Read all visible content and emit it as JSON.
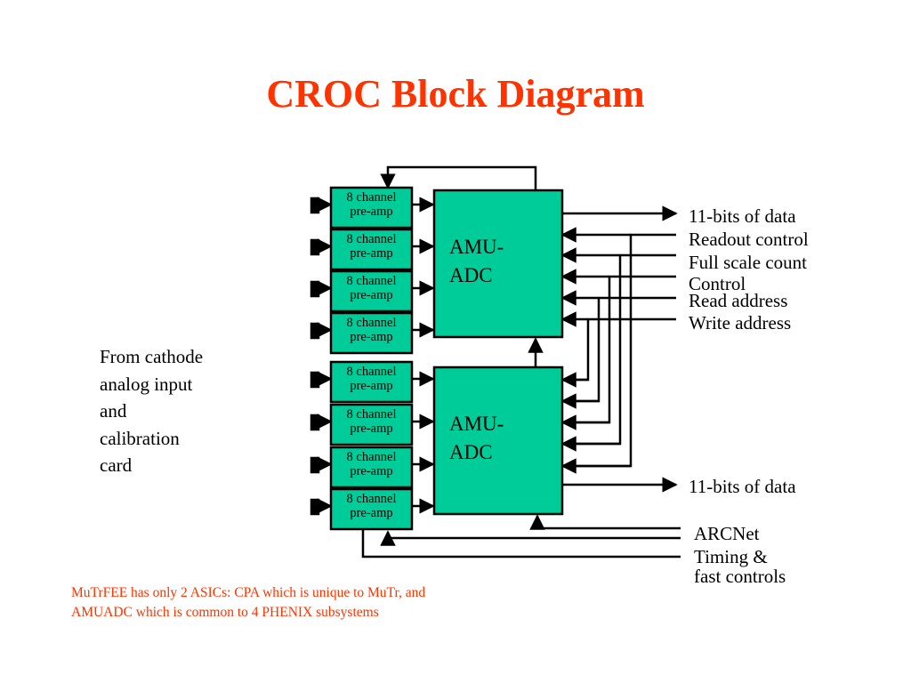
{
  "title": "CROC Block Diagram",
  "preamp": {
    "line1": "8 channel",
    "line2": "pre-amp"
  },
  "amu": {
    "line1": "AMU-",
    "line2": "ADC"
  },
  "left_label": [
    "From cathode",
    "analog input",
    "and",
    "calibration",
    "card"
  ],
  "right_labels": {
    "data_top": "11-bits of data",
    "readout_control": "Readout control",
    "full_scale_1": "Full scale count",
    "full_scale_2": "Control",
    "read_address": "Read address",
    "write_address": "Write address",
    "data_bottom": "11-bits of data",
    "arcnet": "ARCNet",
    "timing_1": "Timing &",
    "timing_2": "fast controls"
  },
  "note": [
    "MuTrFEE has only 2 ASICs: CPA which is unique to MuTr, and",
    "AMUADC which is common to 4 PHENIX subsystems"
  ],
  "colors": {
    "title": "#ff3300",
    "box_fill": "#00cc99",
    "note": "#ff3300"
  }
}
